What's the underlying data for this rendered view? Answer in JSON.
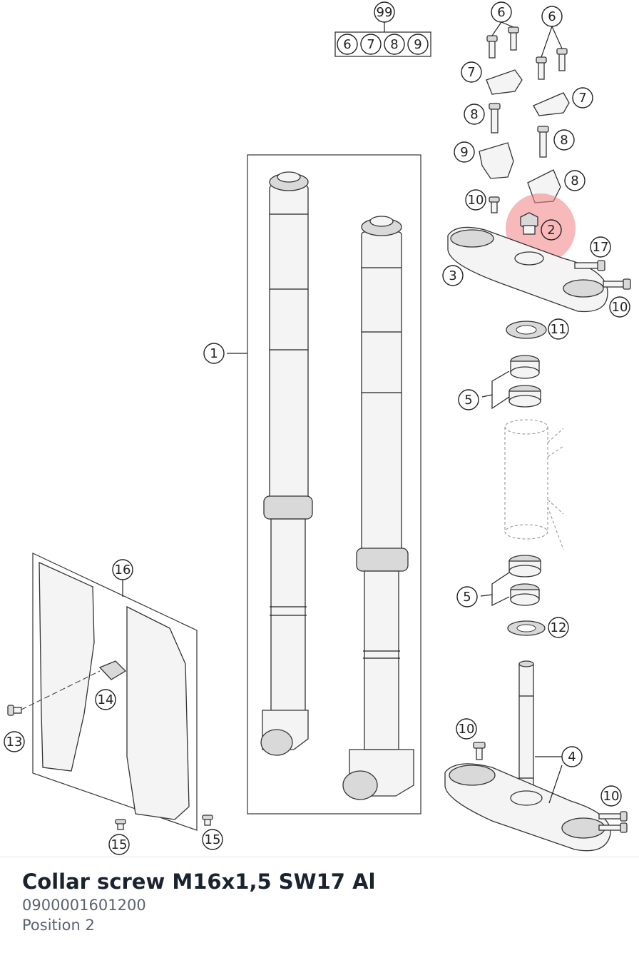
{
  "diagram": {
    "callouts": [
      {
        "id": "c99",
        "label": "99"
      },
      {
        "id": "c6a",
        "label": "6"
      },
      {
        "id": "c6b",
        "label": "6"
      },
      {
        "id": "c7a",
        "label": "7"
      },
      {
        "id": "c7b",
        "label": "7"
      },
      {
        "id": "c8a",
        "label": "8"
      },
      {
        "id": "c8b",
        "label": "8"
      },
      {
        "id": "c8c",
        "label": "8"
      },
      {
        "id": "c9",
        "label": "9"
      },
      {
        "id": "c10a",
        "label": "10"
      },
      {
        "id": "c10b",
        "label": "10"
      },
      {
        "id": "c10c",
        "label": "10"
      },
      {
        "id": "c10d",
        "label": "10"
      },
      {
        "id": "c2",
        "label": "2"
      },
      {
        "id": "c17",
        "label": "17"
      },
      {
        "id": "c3",
        "label": "3"
      },
      {
        "id": "c11",
        "label": "11"
      },
      {
        "id": "c5a",
        "label": "5"
      },
      {
        "id": "c5b",
        "label": "5"
      },
      {
        "id": "c12",
        "label": "12"
      },
      {
        "id": "c1",
        "label": "1"
      },
      {
        "id": "c16",
        "label": "16"
      },
      {
        "id": "c14",
        "label": "14"
      },
      {
        "id": "c13",
        "label": "13"
      },
      {
        "id": "c15a",
        "label": "15"
      },
      {
        "id": "c15b",
        "label": "15"
      },
      {
        "id": "c4",
        "label": "4"
      }
    ],
    "kit_contents": [
      "6",
      "7",
      "8",
      "9"
    ],
    "highlight_color": "#f08080"
  },
  "part": {
    "title": "Collar screw M16x1,5 SW17 Al",
    "number": "0900001601200",
    "position": "Position 2"
  }
}
